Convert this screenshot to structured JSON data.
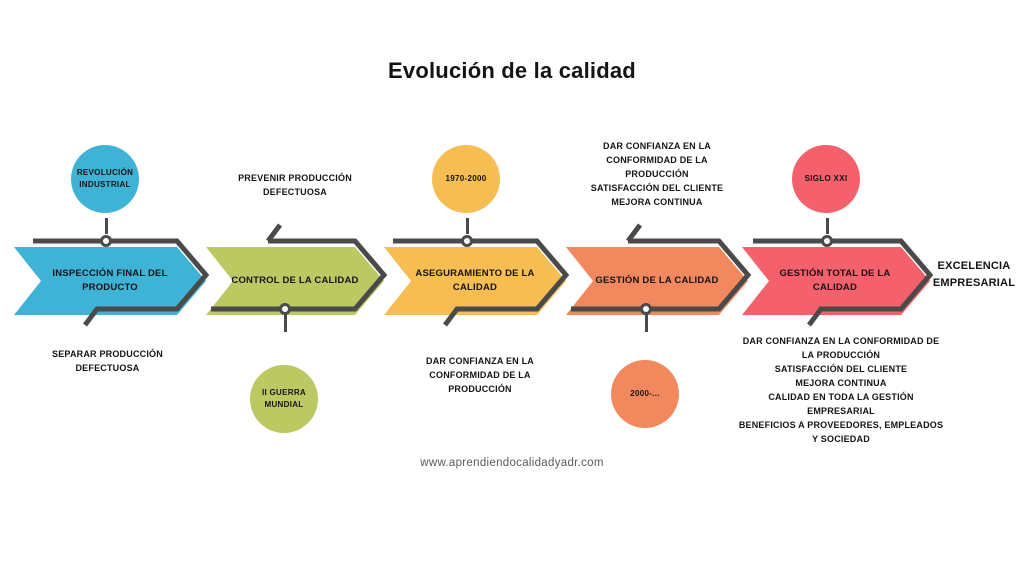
{
  "page": {
    "title": "Evolución de la calidad",
    "footer_url": "www.aprendiendocalidadyadr.com",
    "background": "#ffffff",
    "outline_color": "#4a4a4a",
    "text_color": "#141414"
  },
  "outcome": {
    "line1": "EXCELENCIA",
    "line2": "EMPRESARIAL"
  },
  "stages": [
    {
      "id": "inspeccion",
      "label": "INSPECCIÓN FINAL DEL PRODUCTO",
      "color": "#3FB3D6",
      "circle_label": "REVOLUCIÓN INDUSTRIAL",
      "circle_position": "top",
      "note_position": "bottom",
      "note": "SEPARAR PRODUCCIÓN DEFECTUOSA"
    },
    {
      "id": "control",
      "label": "CONTROL DE LA CALIDAD",
      "color": "#BCC861",
      "circle_label": "II GUERRA MUNDIAL",
      "circle_position": "bottom",
      "note_position": "top",
      "note": "PREVENIR PRODUCCIÓN DEFECTUOSA"
    },
    {
      "id": "aseguramiento",
      "label": "ASEGURAMIENTO DE LA CALIDAD",
      "color": "#F5BD52",
      "circle_label": "1970-2000",
      "circle_position": "top",
      "note_position": "bottom",
      "note": "DAR CONFIANZA EN LA CONFORMIDAD DE LA PRODUCCIÓN"
    },
    {
      "id": "gestion",
      "label": "GESTIÓN DE LA CALIDAD",
      "color": "#F2885E",
      "circle_label": "2000-...",
      "circle_position": "bottom",
      "note_position": "top",
      "note": "DAR CONFIANZA EN LA CONFORMIDAD DE LA PRODUCCIÓN SATISFACCIÓN DEL CLIENTE MEJORA CONTINUA"
    },
    {
      "id": "gestion-total",
      "label": "GESTIÓN TOTAL DE LA CALIDAD",
      "color": "#F4606B",
      "circle_label": "SIGLO XXI",
      "circle_position": "top",
      "note_position": "bottom",
      "note": "DAR CONFIANZA EN LA CONFORMIDAD DE LA PRODUCCIÓN SATISFACCIÓN DEL CLIENTE MEJORA CONTINUA CALIDAD EN TODA LA GESTIÓN EMPRESARIAL BENEFICIOS A PROVEEDORES, EMPLEADOS Y SOCIEDAD"
    }
  ],
  "notes": {
    "stage1_bottom": [
      "SEPARAR PRODUCCIÓN",
      "DEFECTUOSA"
    ],
    "stage2_top": [
      "PREVENIR PRODUCCIÓN",
      "DEFECTUOSA"
    ],
    "stage3_bottom": [
      "DAR CONFIANZA EN LA",
      "CONFORMIDAD DE LA",
      "PRODUCCIÓN"
    ],
    "stage4_top": [
      "DAR CONFIANZA EN LA",
      "CONFORMIDAD DE LA",
      "PRODUCCIÓN",
      "SATISFACCIÓN DEL CLIENTE",
      "MEJORA CONTINUA"
    ],
    "stage5_bottom": [
      "DAR CONFIANZA EN LA CONFORMIDAD DE",
      "LA PRODUCCIÓN",
      "SATISFACCIÓN DEL CLIENTE",
      "MEJORA CONTINUA",
      "CALIDAD EN TODA LA GESTIÓN",
      "EMPRESARIAL",
      "BENEFICIOS A PROVEEDORES, EMPLEADOS",
      "Y SOCIEDAD"
    ]
  },
  "circles": {
    "c1": [
      "REVOLUCIÓN",
      "INDUSTRIAL"
    ],
    "c2": [
      "II GUERRA",
      "MUNDIAL"
    ],
    "c3": [
      "1970-2000"
    ],
    "c4": [
      "2000-..."
    ],
    "c5": [
      "SIGLO XXI"
    ]
  },
  "chevron_labels": {
    "s1": [
      "INSPECCIÓN FINAL DEL",
      "PRODUCTO"
    ],
    "s2": [
      "CONTROL DE LA CALIDAD"
    ],
    "s3": [
      "ASEGURAMIENTO DE LA",
      "CALIDAD"
    ],
    "s4": [
      "GESTIÓN DE LA CALIDAD"
    ],
    "s5": [
      "GESTIÓN TOTAL DE LA",
      "CALIDAD"
    ]
  }
}
